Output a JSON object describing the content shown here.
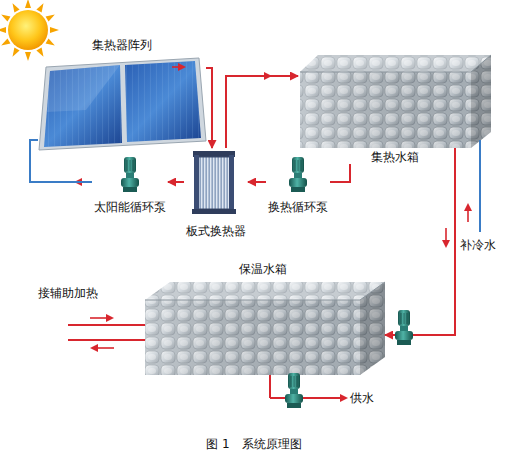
{
  "diagram": {
    "caption": "图 1　系统原理图",
    "nodes": [
      {
        "text": [
          "集热器阵列"
        ]
      },
      {
        "text": [
          "集热水箱"
        ]
      },
      {
        "text": [
          "板式换热器"
        ]
      },
      {
        "text": [
          "太阳能循环泵"
        ]
      },
      {
        "text": [
          "换热循环泵"
        ]
      },
      {
        "text": [
          "保温水箱"
        ]
      }
    ],
    "edges": [
      {
        "from": 0,
        "to": 2,
        "arrow": "to"
      },
      {
        "from": 2,
        "to": 1,
        "arrow": "to"
      },
      {
        "from": 1,
        "to": 4,
        "arrow": "none"
      },
      {
        "from": 4,
        "to": 2,
        "arrow": "to"
      },
      {
        "from": 2,
        "to": 3,
        "arrow": "to"
      },
      {
        "from": 3,
        "to": 0,
        "arrow": "none"
      },
      {
        "from": 1,
        "to": 5,
        "arrow": "to"
      }
    ],
    "labels": [
      "补冷水",
      "接辅助加热",
      "供水"
    ]
  }
}
